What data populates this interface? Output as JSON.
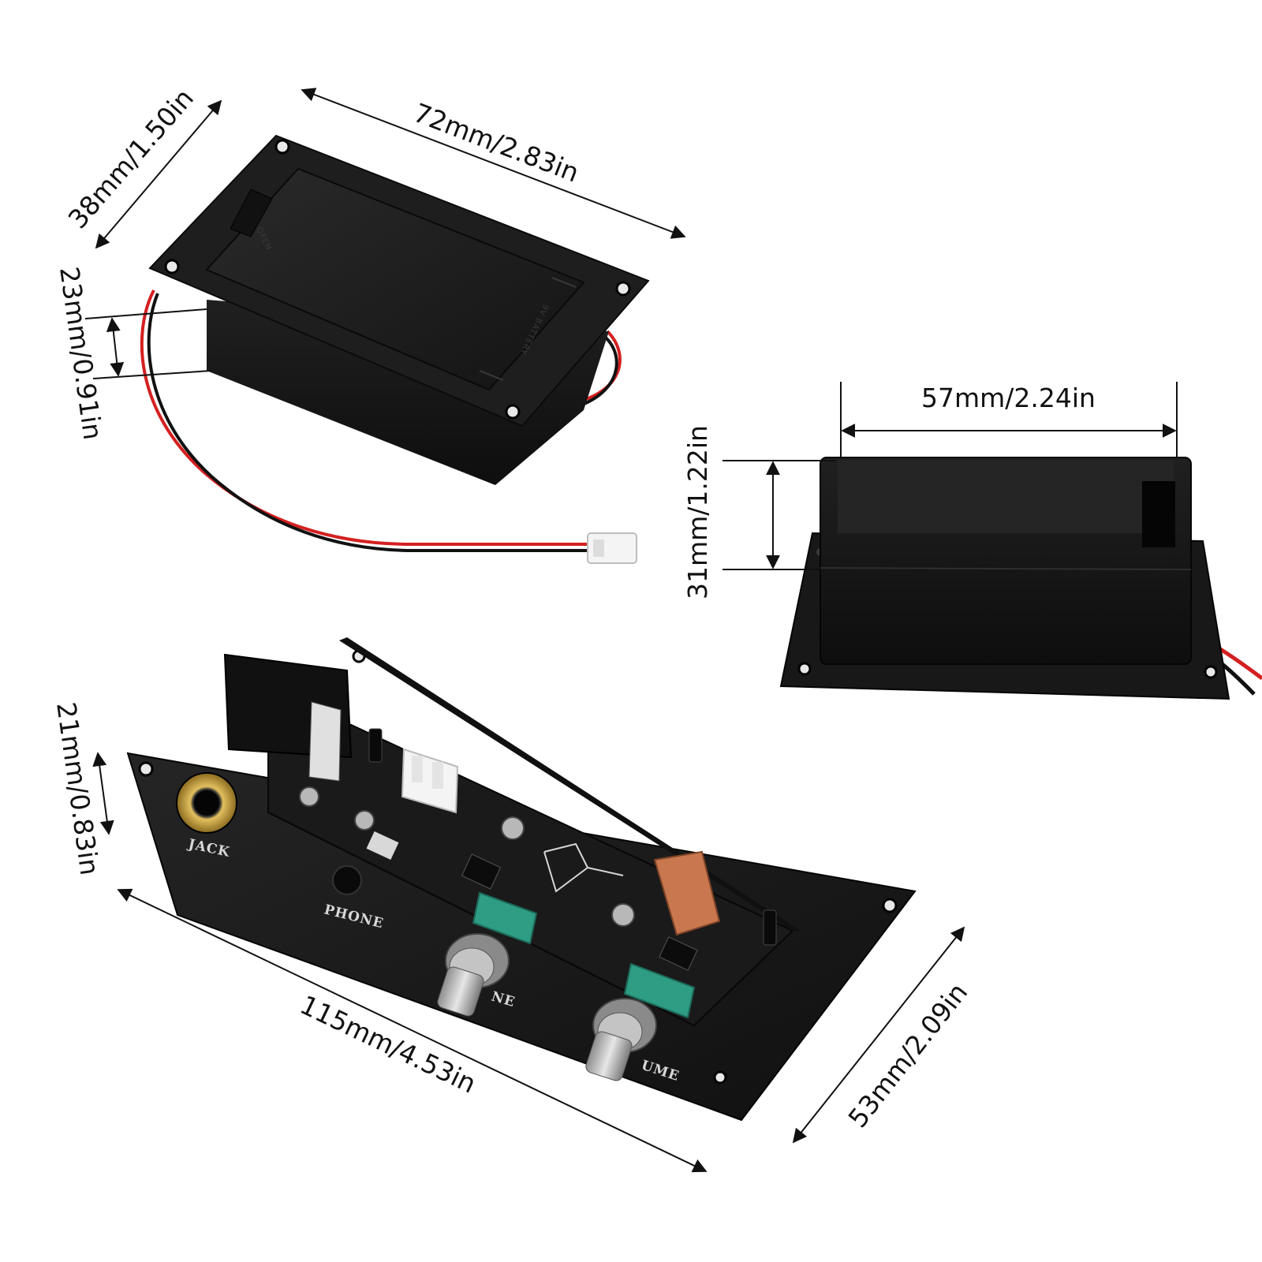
{
  "dimensions": {
    "box_length": "72mm/2.83in",
    "box_width": "38mm/1.50in",
    "box_depth": "23mm/0.91in",
    "side_length": "57mm/2.24in",
    "side_height": "31mm/1.22in",
    "plate_height": "21mm/0.83in",
    "plate_length": "115mm/4.53in",
    "plate_width": "53mm/2.09in"
  },
  "embossed": {
    "open": "OPEN",
    "battery": "9V BATTERY"
  },
  "pcb_labels": {
    "jack": "JACK",
    "phone": "PHONE",
    "tone": "NE",
    "volume": "UME"
  },
  "colors": {
    "plastic": "#1b1b1b",
    "wire_red": "#d42020",
    "wire_black": "#111111",
    "brass": "#c8a035",
    "teal_pot": "#2f9c84",
    "copper": "#c8774e"
  }
}
